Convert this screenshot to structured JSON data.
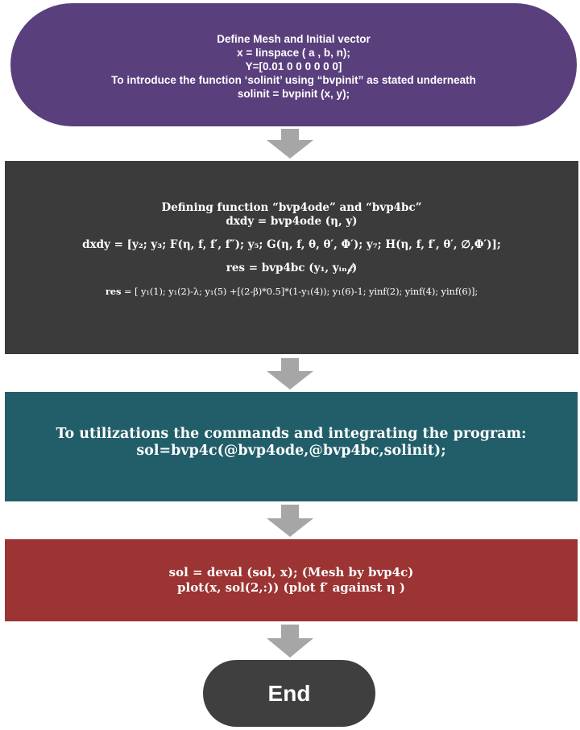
{
  "box1": {
    "line1": "Define Mesh and Initial vector",
    "line2": "x = linspace ( a , b, n);",
    "line3": "Y=[0.01 0 0 0 0 0 0]",
    "line4": "To introduce the function ‘solinit’ using “bvpinit” as stated underneath",
    "line5": "solinit  =  bvpinit (x, y);"
  },
  "box2": {
    "line1": "Defining function “bvp4ode” and “bvp4bc”",
    "line2": "dxdy = bvp4ode (η, y)",
    "line3": "dxdy =  [y₂;  y₃;  F(η, f,  f′, f″);  y₅; G(η, f, θ, θ′, Φ′); y₇; H(η, f, f′, θ′, ∅,Φ′)];",
    "line4": "res = bvp4bc (y₁, yᵢₙ𝒻)",
    "line5_label": "res",
    "line5_value": " = [ y₁(1); y₁(2)-λ; y₁(5) +[(2-β)*0.5]*(1-y₁(4)); y₁(6)-1; yinf(2); yinf(4); yinf(6)];"
  },
  "box3": {
    "line1": "To utilizations the commands and integrating the program:",
    "line2": "sol=bvp4c(@bvp4ode,@bvp4bc,solinit);"
  },
  "box4": {
    "line1": "sol  =  deval (sol, x); (Mesh by bvp4c)",
    "line2": "plot(x,  sol(2,:))  (plot f′ against η )"
  },
  "box5": {
    "label": "End"
  },
  "colors": {
    "box1": "#5a3f7d",
    "box2": "#3b3b3b",
    "box3": "#215e69",
    "box4": "#9b3432",
    "box5": "#3f3f3f",
    "arrow": "#a6a6a6"
  }
}
